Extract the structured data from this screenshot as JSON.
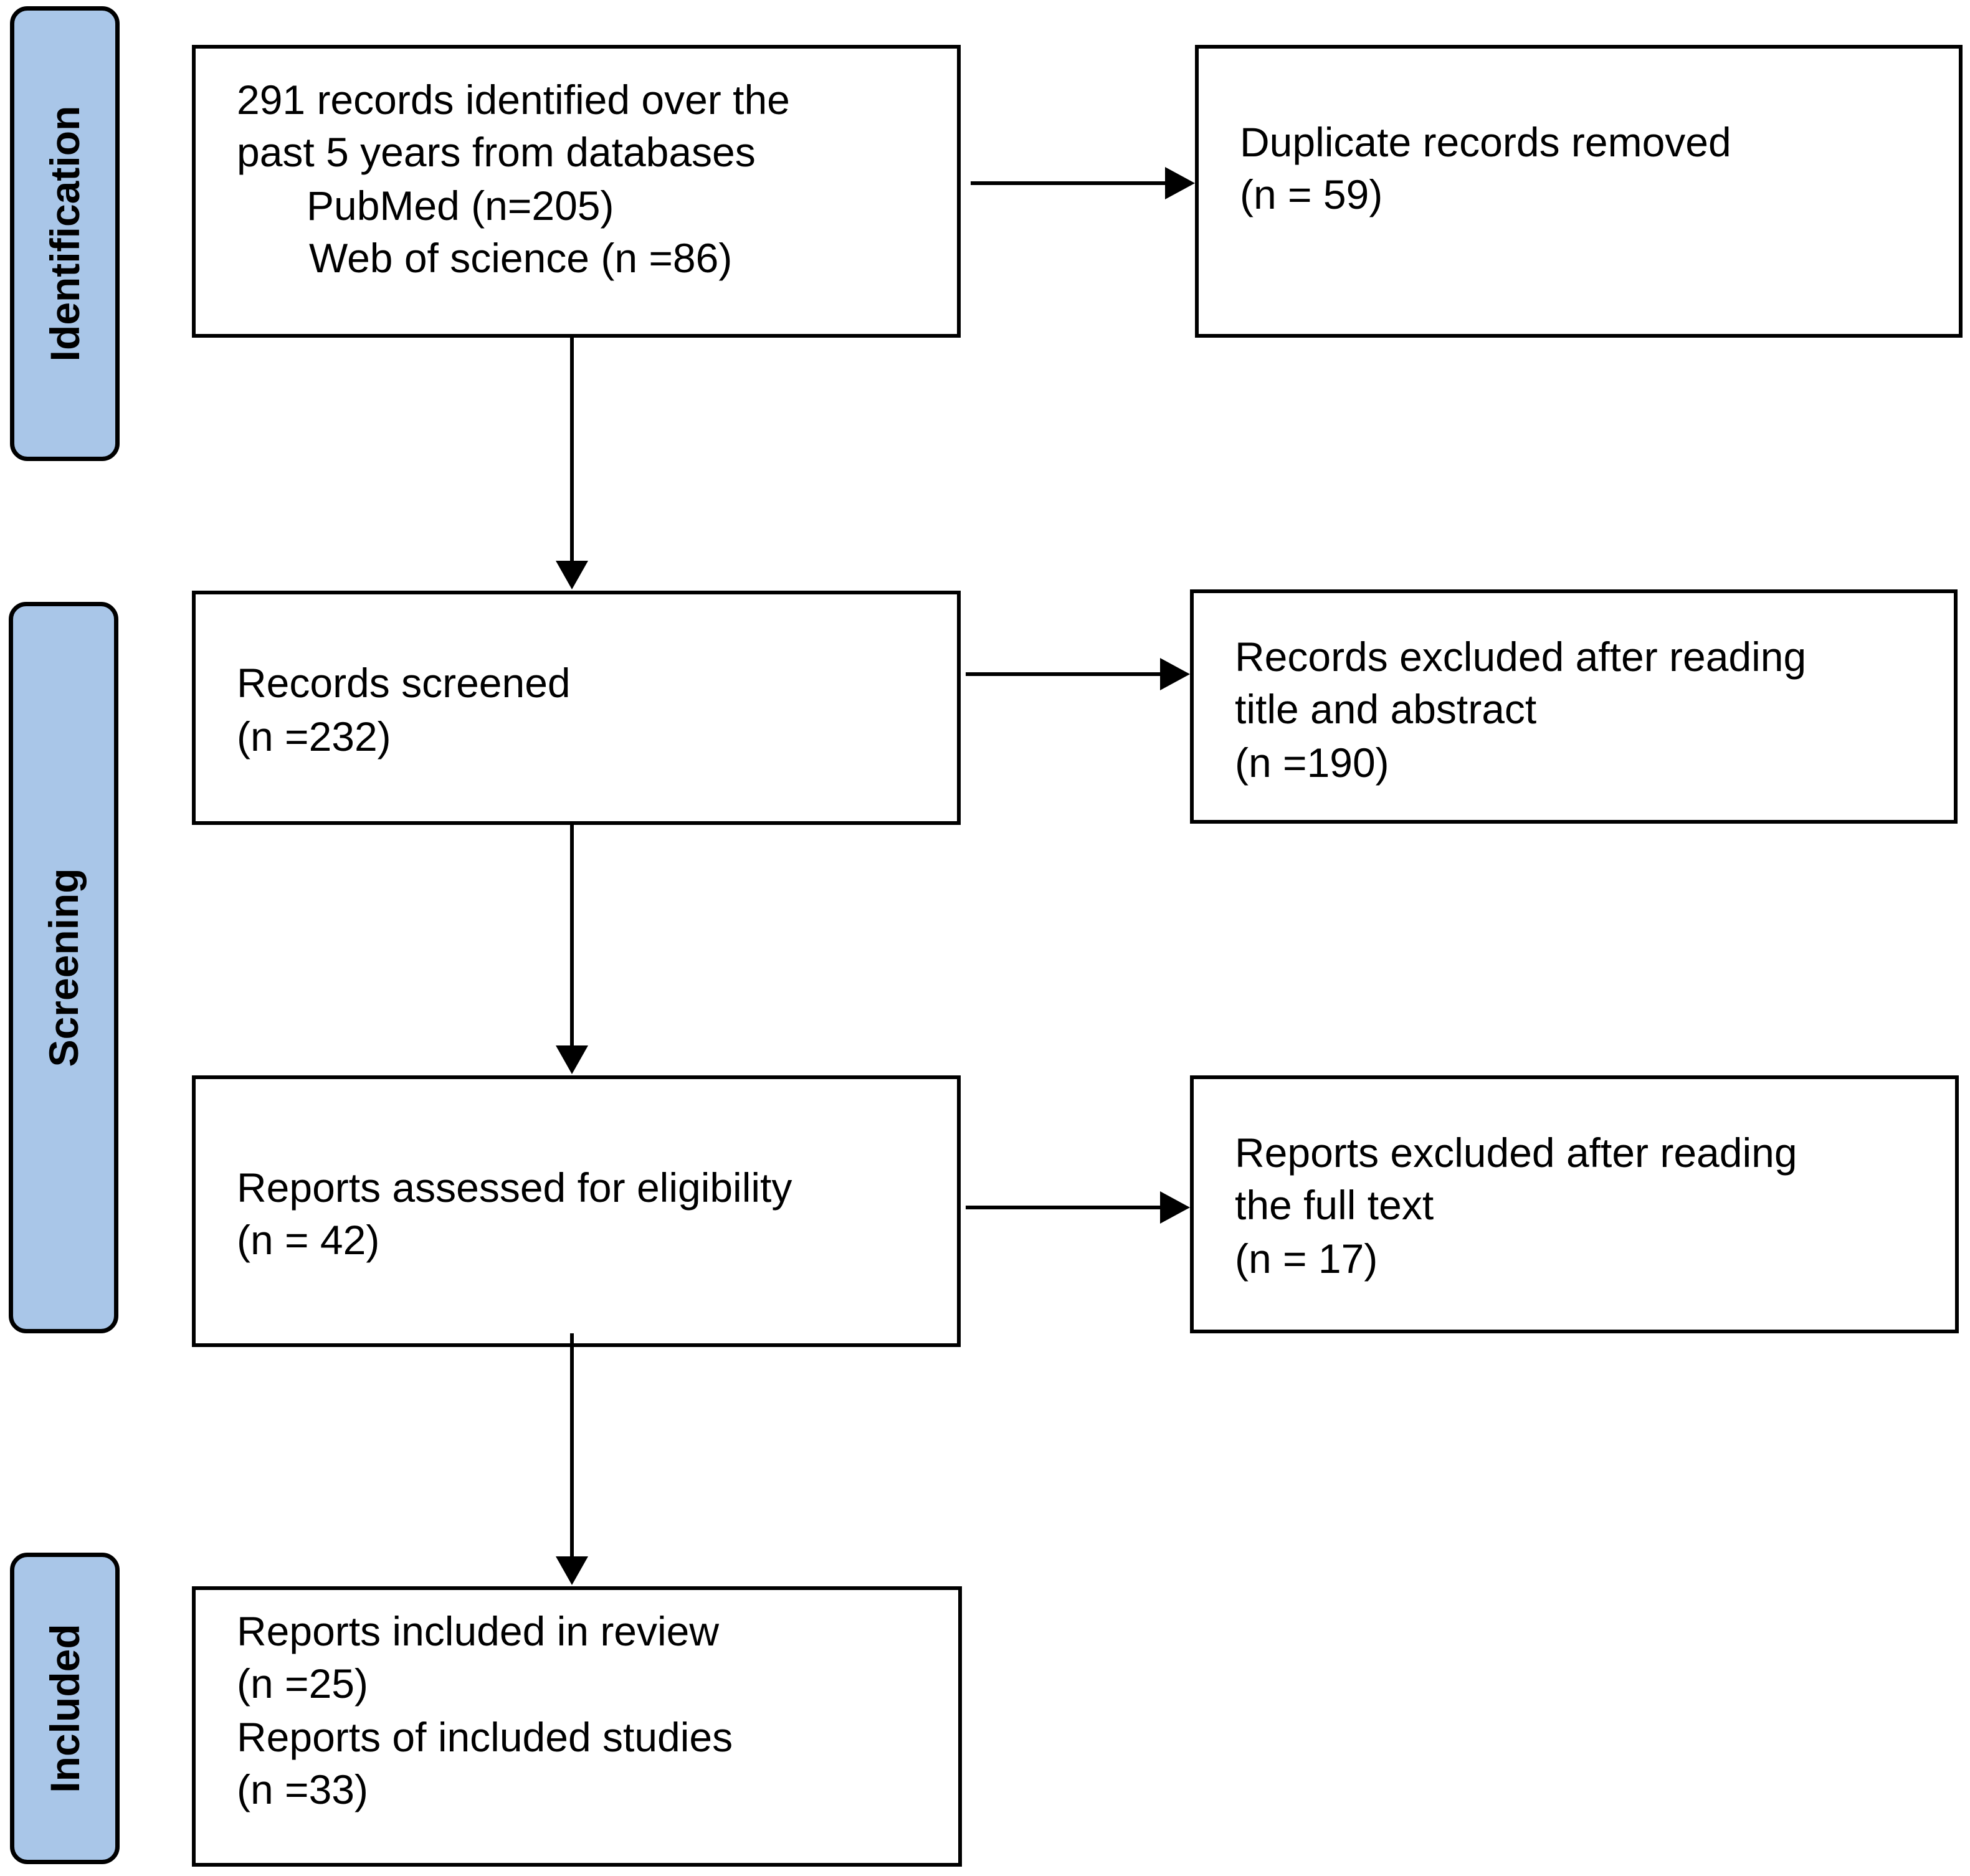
{
  "phases": {
    "identification": "Identification",
    "screening": "Screening",
    "included": "Included"
  },
  "boxes": {
    "identified": {
      "lines": [
        "291 records identified over the",
        "past 5 years from databases",
        "PubMed (n=205)",
        "Web of science (n =86)"
      ]
    },
    "duplicates": {
      "lines": [
        "Duplicate records removed",
        "(n = 59)"
      ]
    },
    "screened": {
      "lines": [
        "Records screened",
        "(n =232)"
      ]
    },
    "excluded_title": {
      "lines": [
        "Records excluded after reading",
        "title and abstract",
        "(n =190)"
      ]
    },
    "assessed": {
      "lines": [
        "Reports assessed for eligibility",
        "(n = 42)"
      ]
    },
    "excluded_full": {
      "lines": [
        "Reports excluded after reading",
        "the full text",
        "(n = 17)"
      ]
    },
    "included": {
      "lines": [
        "Reports included in review",
        "(n =25)",
        "Reports of included studies",
        "(n =33)"
      ]
    }
  },
  "colors": {
    "phase_fill": "#a9c6e8",
    "stroke": "#000000"
  }
}
